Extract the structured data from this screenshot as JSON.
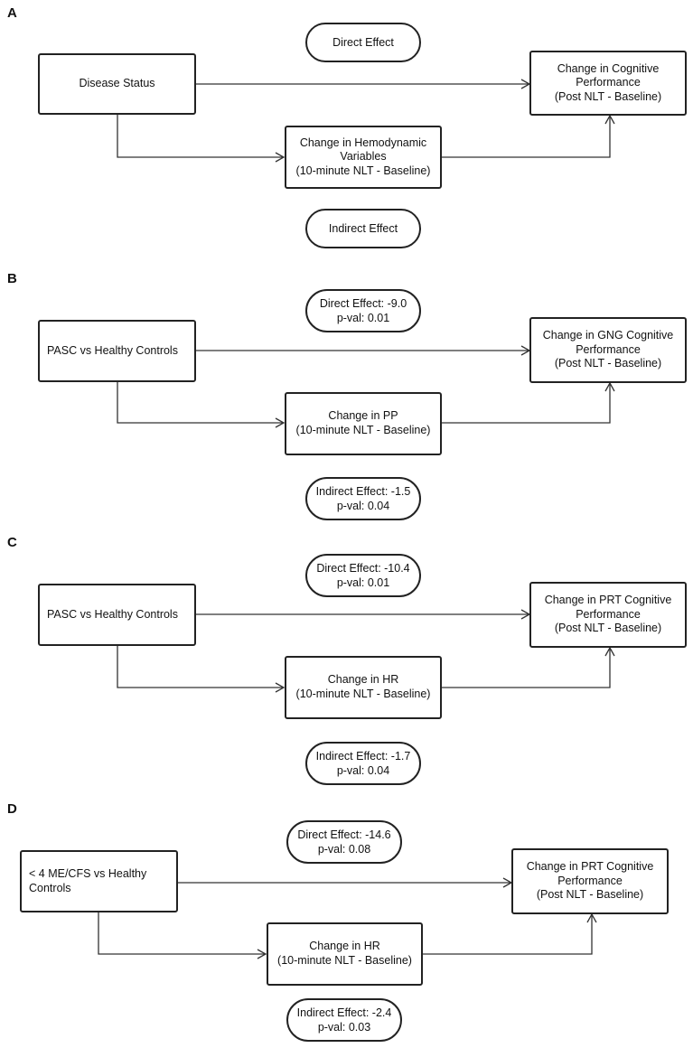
{
  "panels": {
    "a": {
      "label": "A",
      "exposure": "Disease Status",
      "mediator": "Change in Hemodynamic Variables\n(10-minute NLT - Baseline)",
      "outcome": "Change in Cognitive Performance\n(Post NLT - Baseline)",
      "direct": "Direct Effect",
      "indirect": "Indirect Effect"
    },
    "b": {
      "label": "B",
      "exposure": "PASC vs Healthy Controls",
      "mediator": "Change in PP\n(10-minute NLT - Baseline)",
      "outcome": "Change in GNG Cognitive Performance\n(Post NLT - Baseline)",
      "direct": "Direct Effect: -9.0",
      "direct_p": "p-val: 0.01",
      "indirect": "Indirect Effect: -1.5",
      "indirect_p": "p-val: 0.04"
    },
    "c": {
      "label": "C",
      "exposure": "PASC vs Healthy Controls",
      "mediator": "Change in HR\n(10-minute NLT - Baseline)",
      "outcome": "Change in PRT Cognitive Performance\n(Post NLT - Baseline)",
      "direct": "Direct Effect: -10.4",
      "direct_p": "p-val: 0.01",
      "indirect": "Indirect Effect: -1.7",
      "indirect_p": "p-val: 0.04"
    },
    "d": {
      "label": "D",
      "exposure": "< 4 ME/CFS vs Healthy Controls",
      "mediator": "Change in HR\n(10-minute NLT - Baseline)",
      "outcome": "Change in PRT Cognitive Performance\n(Post NLT - Baseline)",
      "direct": "Direct Effect: -14.6",
      "direct_p": "p-val: 0.08",
      "indirect": "Indirect Effect: -2.4",
      "indirect_p": "p-val: 0.03"
    }
  }
}
